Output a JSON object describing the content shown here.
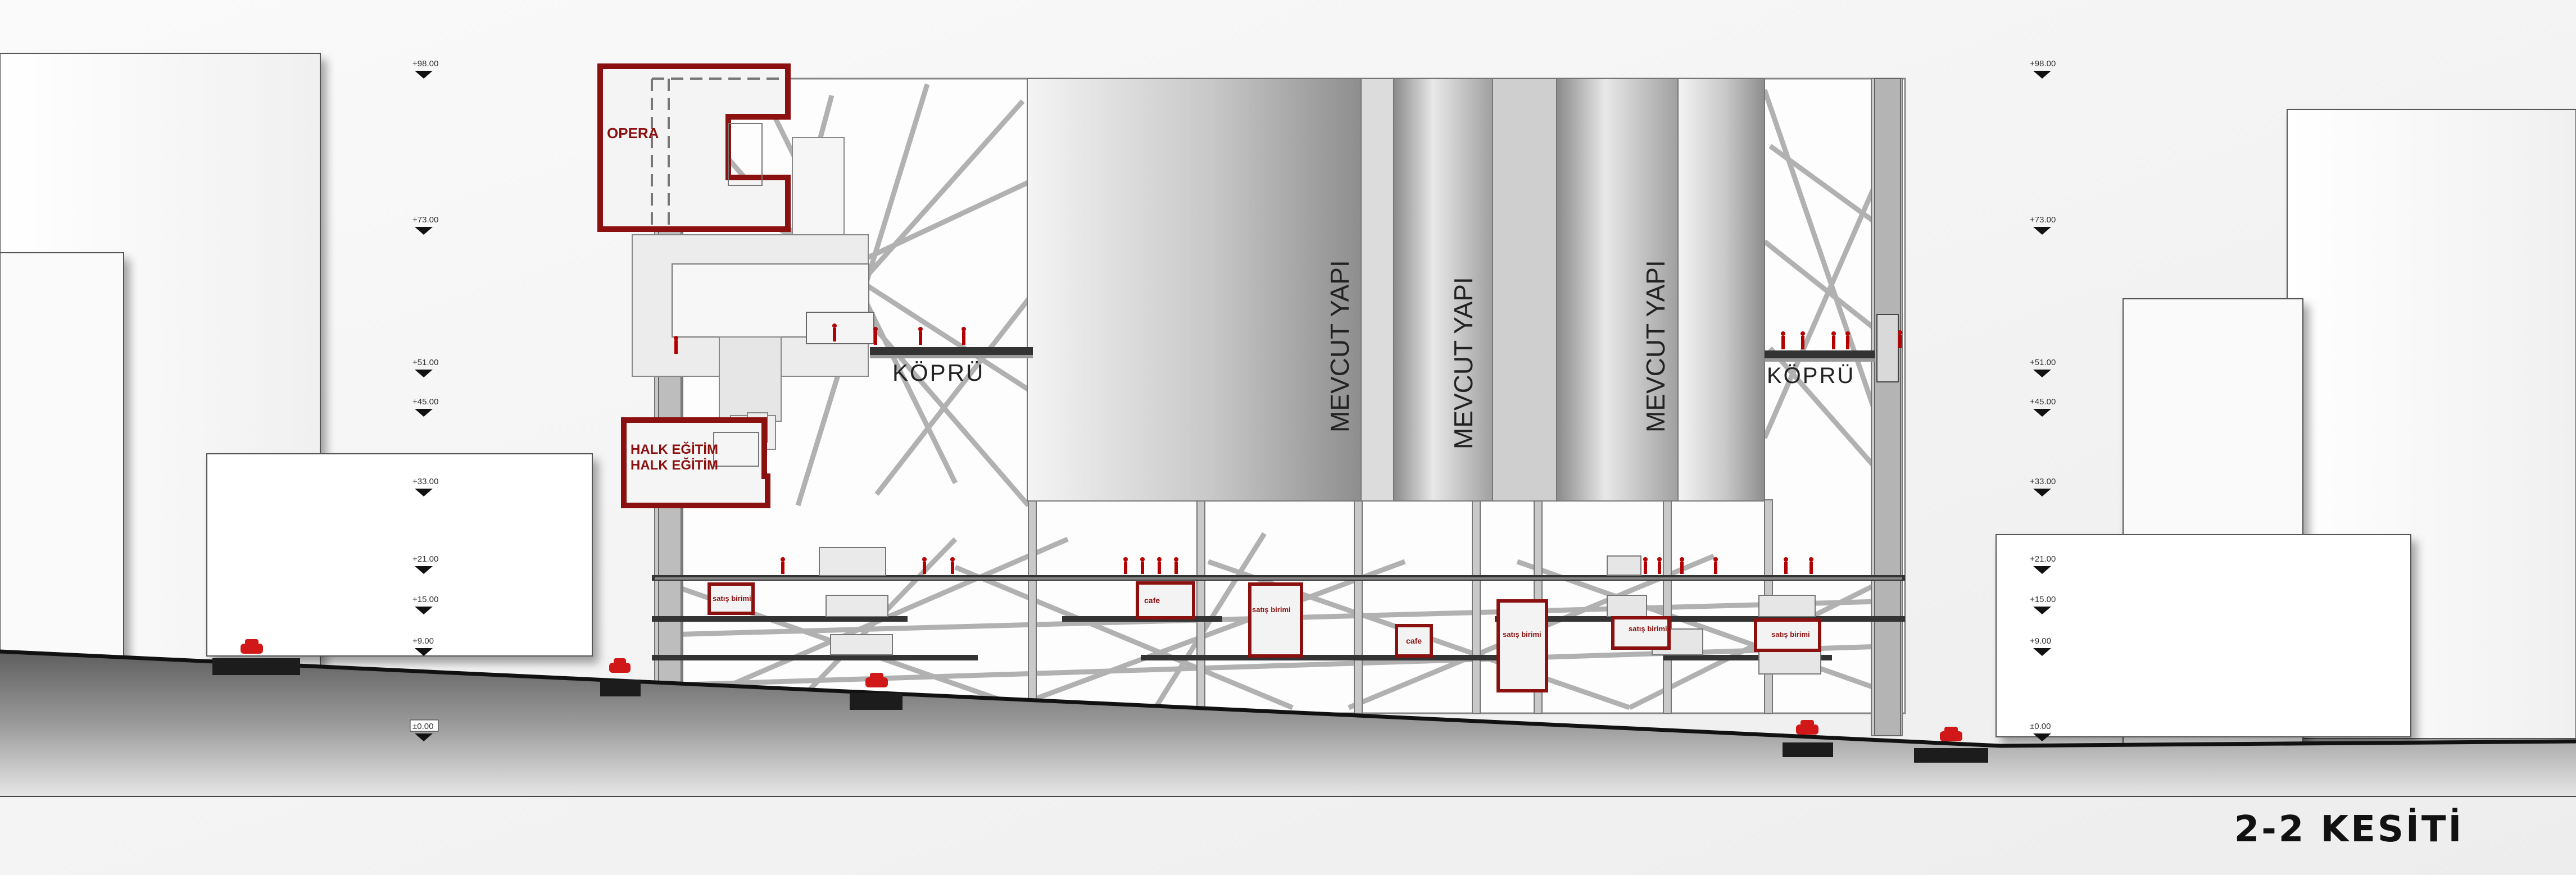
{
  "sheet_title": "2-2 KESİTİ",
  "labels": {
    "opera": "OPERA",
    "halk_egitim_1": "HALK EĞİTİM",
    "halk_egitim_2": "HALK EĞİTİM",
    "kopru_left": "KÖPRÜ",
    "kopru_right": "KÖPRÜ",
    "mevcut_1": "MEVCUT YAPI",
    "mevcut_2": "MEVCUT YAPI",
    "mevcut_3": "MEVCUT YAPI",
    "satis_1": "satış birimi",
    "satis_2": "satış birimi",
    "satis_3": "satış birimi",
    "satis_4": "satış birimi",
    "satis_5": "satış birimi",
    "cafe_1": "cafe",
    "cafe_2": "cafe"
  },
  "levels": [
    "+98.00",
    "+73.00",
    "+51.00",
    "+45.00",
    "+33.00",
    "+21.00",
    "+15.00",
    "+9.00",
    "±0.00"
  ],
  "colors": {
    "accent_red": "#8b1010",
    "ground_dark": "#6e6e6e",
    "slab": "#3a3a3a"
  }
}
